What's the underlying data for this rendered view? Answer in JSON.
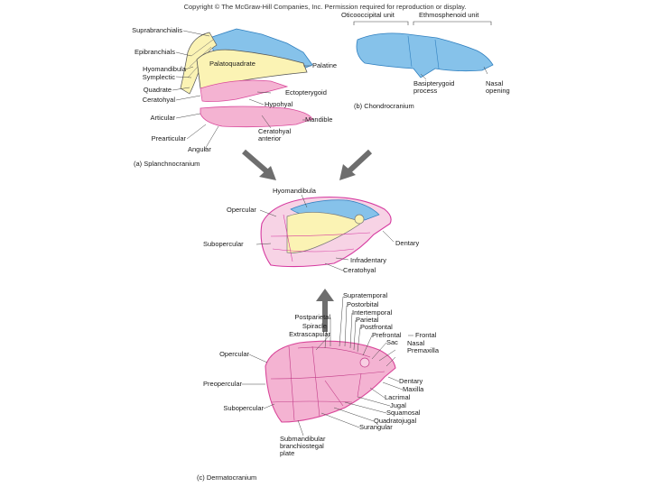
{
  "copyright": "Copyright © The McGraw-Hill Companies, Inc. Permission required for reproduction or display.",
  "panel_a": {
    "caption": "(a) Splanchnocranium",
    "labels": {
      "suprabranchialis": "Suprabranchialis",
      "epibranchials": "Epibranchials",
      "hyomandibula": "Hyomandibula",
      "symplectic": "Symplectic",
      "quadrate": "Quadrate",
      "ceratohyal": "Ceratohyal",
      "articular": "Articular",
      "prearticular": "Prearticular",
      "angular": "Angular",
      "palatoquadrate": "Palatoquadrate",
      "palatine": "Palatine",
      "ectopterygoid": "Ectopterygoid",
      "hypohyal": "Hypohyal",
      "mandible": "Mandible",
      "ceratohyal_anterior": "Ceratohyal anterior"
    }
  },
  "panel_b": {
    "caption": "(b) Chondrocranium",
    "labels": {
      "oticooccipital": "Oticooccipital unit",
      "ethmosphenoid": "Ethmosphenoid unit",
      "basipterygoid": "Basipterygoid process",
      "nasal_opening": "Nasal opening"
    }
  },
  "panel_combined": {
    "labels": {
      "hyomandibula": "Hyomandibula",
      "opercular": "Opercular",
      "subopercular": "Subopercular",
      "dentary": "Dentary",
      "infradentary": "Infradentary",
      "ceratohyal": "Ceratohyal"
    }
  },
  "panel_c": {
    "caption": "(c) Dermatocranium",
    "labels": {
      "supratemporal": "Supratemporal",
      "postorbital": "Postorbital",
      "intertemporal": "Intertemporal",
      "parietal": "Parietal",
      "postfrontal": "Postfrontal",
      "prefrontal": "Prefrontal",
      "frontal": "Frontal",
      "sac": "Sac",
      "nasal": "Nasal",
      "premaxilla": "Premaxilla",
      "postparietal": "Postparietal",
      "spiracle": "Spiracle",
      "extrascapular": "Extrascapular",
      "opercular": "Opercular",
      "preopercular": "Preopercular",
      "subopercular": "Subopercular",
      "dentary": "Dentary",
      "maxilla": "Maxilla",
      "lacrimal": "Lacrimal",
      "jugal": "Jugal",
      "squamosal": "Squamosal",
      "quadratojugal": "Quadratojugal",
      "surangular": "Surangular",
      "submandibular": "Submandibular branchiostegal plate"
    }
  },
  "colors": {
    "dermal_pink": "#f4b3d2",
    "dermal_stroke": "#d9479a",
    "cartilage_blue": "#86c2ea",
    "cartilage_stroke": "#2f7fbf",
    "splanchno_yellow": "#fbf3b4",
    "arrow_gray": "#6e6e6e"
  }
}
